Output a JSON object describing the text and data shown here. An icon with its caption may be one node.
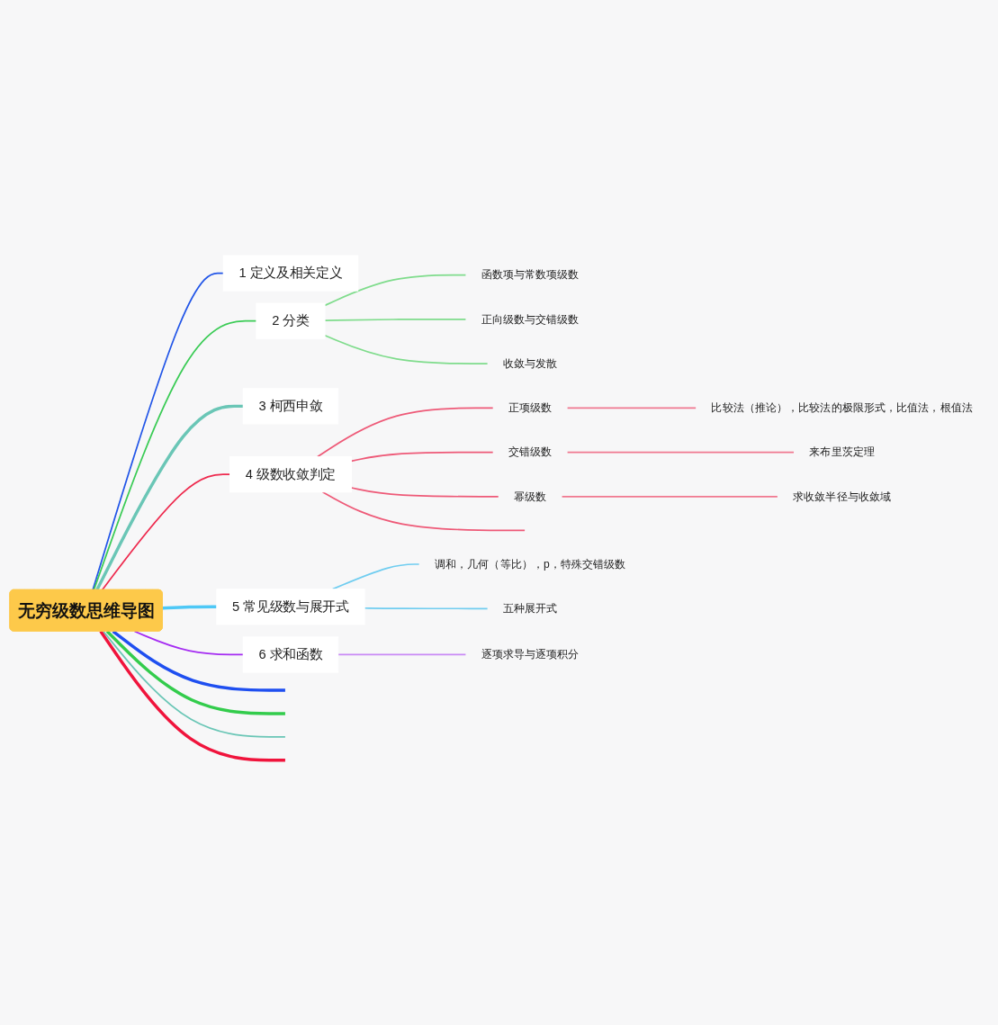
{
  "diagram": {
    "nodes": [
      {
        "text": [
          "无穷级数思维导图"
        ]
      },
      {
        "text": [
          "1 定义及相关定义"
        ]
      },
      {
        "text": [
          "2 分类"
        ]
      },
      {
        "text": [
          "函数项与常数项级数"
        ]
      },
      {
        "text": [
          "正向级数与交错级数"
        ]
      },
      {
        "text": [
          "收敛与发散"
        ]
      },
      {
        "text": [
          "3 柯西申敛"
        ]
      },
      {
        "text": [
          "4 级数收敛判定"
        ]
      },
      {
        "text": [
          "正项级数"
        ]
      },
      {
        "text": [
          "比较法（推论），比较法的极限形式，比值法，根值法"
        ]
      },
      {
        "text": [
          "交错级数"
        ]
      },
      {
        "text": [
          "来布里茨定理"
        ]
      },
      {
        "text": [
          "幂级数"
        ]
      },
      {
        "text": [
          "求收敛半径与收敛域"
        ]
      },
      {
        "text": [
          "5 常见级数与展开式"
        ]
      },
      {
        "text": [
          "调和，几何（等比），p，特殊交错级数"
        ]
      },
      {
        "text": [
          "五种展开式"
        ]
      },
      {
        "text": [
          "6 求和函数"
        ]
      },
      {
        "text": [
          "逐项求导与逐项积分"
        ]
      }
    ],
    "edges": [
      {
        "from": 0,
        "to": 1,
        "arrow": "none",
        "color": "#2155e8"
      },
      {
        "from": 0,
        "to": 2,
        "arrow": "none",
        "color": "#3acb55"
      },
      {
        "from": 0,
        "to": 6,
        "arrow": "none",
        "style": "thick",
        "color": "#6ac6b6"
      },
      {
        "from": 0,
        "to": 7,
        "arrow": "none",
        "color": "#ee2a4e"
      },
      {
        "from": 0,
        "to": 14,
        "arrow": "none",
        "style": "thick",
        "color": "#4ec8f6"
      },
      {
        "from": 0,
        "to": 17,
        "arrow": "none",
        "color": "#a52cf2"
      },
      {
        "from": 0,
        "to": null,
        "arrow": "none",
        "style": "thick",
        "color": "#1f4ff0"
      },
      {
        "from": 0,
        "to": null,
        "arrow": "none",
        "style": "thick",
        "color": "#33cc4c"
      },
      {
        "from": 0,
        "to": null,
        "arrow": "none",
        "color": "#6ac6b6"
      },
      {
        "from": 0,
        "to": null,
        "arrow": "none",
        "style": "thick",
        "color": "#f0143c"
      },
      {
        "from": 2,
        "to": 3,
        "arrow": "none",
        "color": "#7fdc8c"
      },
      {
        "from": 2,
        "to": 4,
        "arrow": "none",
        "color": "#7fdc8c"
      },
      {
        "from": 2,
        "to": 5,
        "arrow": "none",
        "color": "#7fdc8c"
      },
      {
        "from": 7,
        "to": 8,
        "arrow": "none",
        "color": "#ee5a78"
      },
      {
        "from": 7,
        "to": 10,
        "arrow": "none",
        "color": "#ee5a78"
      },
      {
        "from": 7,
        "to": 12,
        "arrow": "none",
        "color": "#ee5a78"
      },
      {
        "from": 7,
        "to": null,
        "arrow": "none",
        "color": "#ee5a78"
      },
      {
        "from": 8,
        "to": 9,
        "arrow": "none",
        "color": "#f07890"
      },
      {
        "from": 10,
        "to": 11,
        "arrow": "none",
        "color": "#f07890"
      },
      {
        "from": 12,
        "to": 13,
        "arrow": "none",
        "color": "#f07890"
      },
      {
        "from": 14,
        "to": 15,
        "arrow": "none",
        "color": "#70cdf0"
      },
      {
        "from": 14,
        "to": 16,
        "arrow": "none",
        "color": "#70cdf0"
      },
      {
        "from": 17,
        "to": 18,
        "arrow": "none",
        "color": "#c98af5"
      }
    ]
  }
}
